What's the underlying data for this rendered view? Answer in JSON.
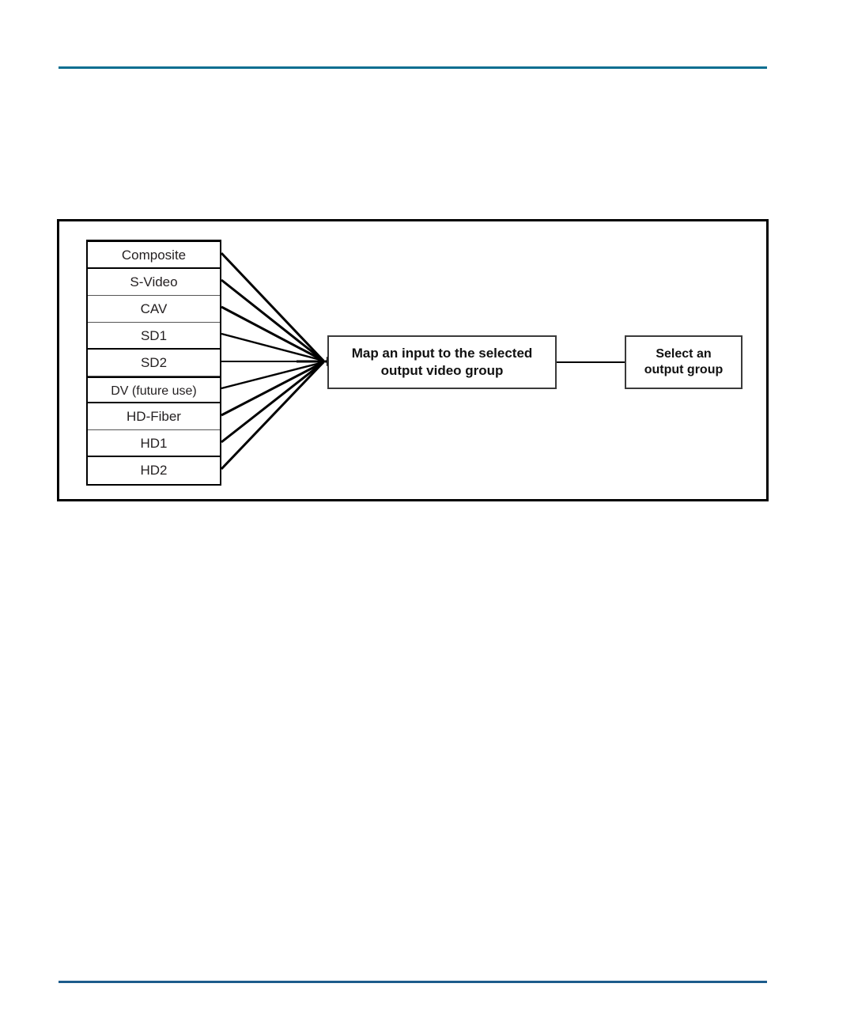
{
  "page": {
    "background": "#ffffff",
    "rule_color_top": "#0a6e91",
    "rule_color_bottom": "#1d5c8c"
  },
  "figure": {
    "frame_border_color": "#000000",
    "connector_color": "#000000",
    "input_list": {
      "name": "video-input-sources",
      "items": [
        {
          "label": "Composite",
          "emphasized": false
        },
        {
          "label": "S-Video",
          "emphasized": false
        },
        {
          "label": "CAV",
          "emphasized": false
        },
        {
          "label": "SD1",
          "emphasized": false
        },
        {
          "label": "SD2",
          "emphasized": false
        },
        {
          "label": "DV (future use)",
          "emphasized": true
        },
        {
          "label": "HD-Fiber",
          "emphasized": false
        },
        {
          "label": "HD1",
          "emphasized": false
        },
        {
          "label": "HD2",
          "emphasized": false
        }
      ]
    },
    "process_boxes": [
      {
        "id": "map-box",
        "line1": "Map an input to the selected",
        "line2": "output video group"
      },
      {
        "id": "select-box",
        "line1": "Select an",
        "line2": "output group"
      }
    ]
  }
}
